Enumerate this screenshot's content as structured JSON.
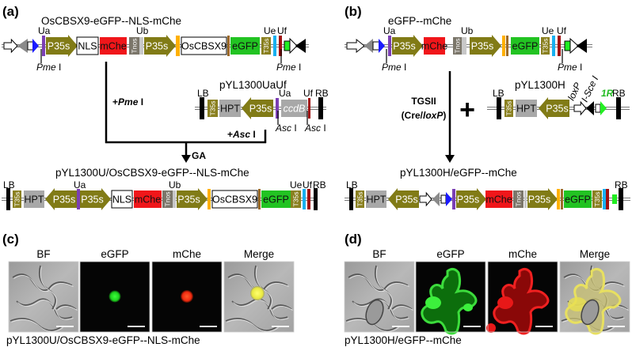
{
  "panels": {
    "a": {
      "label": "(a)",
      "title": "OsCBSX9-eGFP--NLS-mChe",
      "vector_title": "pYL1300UaUf",
      "product_title": "pYL1300U/OsCBSX9-eGFP--NLS-mChe",
      "step_pme_prefix": "+",
      "step_asc_prefix": "+",
      "assembly": "GA"
    },
    "b": {
      "label": "(b)",
      "title": "eGFP--mChe",
      "vector_title": "pYL1300H",
      "product_title": "pYL1300H/eGFP--mChe",
      "method": "TGSII",
      "method_sub_open": "(Cre/",
      "method_sub_italic": "loxP",
      "method_sub_close": ")",
      "plus": "+",
      "loxp": "loxP",
      "isce": "I-Sce I",
      "one_r": "1R"
    },
    "c": {
      "label": "(c)",
      "columns": [
        "BF",
        "eGFP",
        "mChe",
        "Merge"
      ],
      "caption": "pYL1300U/OsCBSX9-eGFP--NLS-mChe"
    },
    "d": {
      "label": "(d)",
      "columns": [
        "BF",
        "eGFP",
        "mChe",
        "Merge"
      ],
      "caption": "pYL1300H/eGFP--mChe"
    }
  },
  "elements": {
    "p35s": "P35s",
    "nls": "NLS",
    "mche": "mChe",
    "tnos": "Tnos",
    "oscbsx9": "OsCBSX9",
    "egfp": "eGFP",
    "t35s": "T35s",
    "hpt": "HPT",
    "ccdb": "ccdB",
    "lb": "LB",
    "rb": "RB",
    "ua": "Ua",
    "ub": "Ub",
    "ue": "Ue",
    "uf": "Uf"
  },
  "enzymes": {
    "pme": "Pme",
    "asc": "Asc",
    "unit": " I"
  },
  "colors": {
    "promoter": "#817b16",
    "terminator": "#8a8020",
    "mche": "#f0161a",
    "egfp": "#22c322",
    "tnos": "#7b766a",
    "hpt": "#a8a8a8",
    "ccdb": "#a8a8a8",
    "ua": "#7b3fb4",
    "ub": "#c8c8c8",
    "uc": "#ffb000",
    "ud": "#9c6a28",
    "ue": "#18b0f0",
    "uf": "#a01010",
    "lox_blue": "#1a1aff",
    "green_marker": "#22ee22"
  }
}
